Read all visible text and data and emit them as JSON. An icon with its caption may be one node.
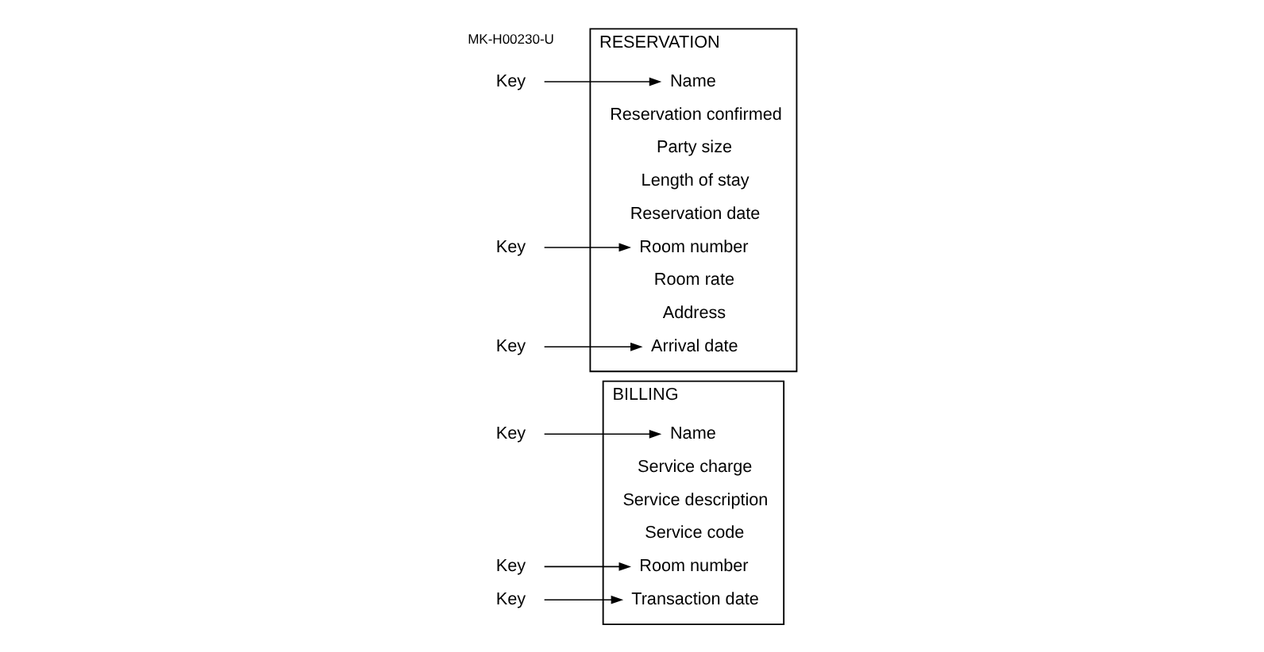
{
  "diagram": {
    "nodes": [
      {
        "text": [
          "BILLING"
        ]
      },
      {
        "text": [
          "Name"
        ],
        "in": 0
      },
      {
        "text": [
          "Room number"
        ],
        "in": 0
      },
      {
        "text": [
          "Service code"
        ],
        "in": 0
      },
      {
        "text": [
          "Service description"
        ],
        "in": 0
      },
      {
        "text": [
          "Service charge"
        ],
        "in": 0
      },
      {
        "text": [
          "Transaction date"
        ],
        "in": 0
      },
      {
        "text": [
          "Key"
        ]
      },
      {
        "text": [
          "Key"
        ]
      },
      {
        "text": [
          "Key"
        ]
      },
      {
        "text": [
          "RESERVATION"
        ]
      },
      {
        "text": [
          "Name"
        ],
        "in": 10
      },
      {
        "text": [
          "Room number"
        ],
        "in": 10
      },
      {
        "text": [
          "Reservation date"
        ],
        "in": 10
      },
      {
        "text": [
          "Length of stay"
        ],
        "in": 10
      },
      {
        "text": [
          "Party size"
        ],
        "in": 10
      },
      {
        "text": [
          "Reservation confirmed"
        ],
        "in": 10
      },
      {
        "text": [
          "Arrival date"
        ],
        "in": 10
      },
      {
        "text": [
          "Address"
        ],
        "in": 10
      },
      {
        "text": [
          "Room rate"
        ],
        "in": 10
      },
      {
        "text": [
          "Key"
        ]
      },
      {
        "text": [
          "Key"
        ]
      },
      {
        "text": [
          "Key"
        ]
      }
    ],
    "edges": [
      {
        "from": 7,
        "to": 1,
        "arrow": "to"
      },
      {
        "from": 8,
        "to": 2,
        "arrow": "to"
      },
      {
        "from": 9,
        "to": 6,
        "arrow": "to"
      },
      {
        "from": 20,
        "to": 11,
        "arrow": "to"
      },
      {
        "from": 21,
        "to": 12,
        "arrow": "to"
      },
      {
        "from": 22,
        "to": 17,
        "arrow": "to"
      }
    ],
    "labels": [
      "MK-H00230-U"
    ]
  }
}
